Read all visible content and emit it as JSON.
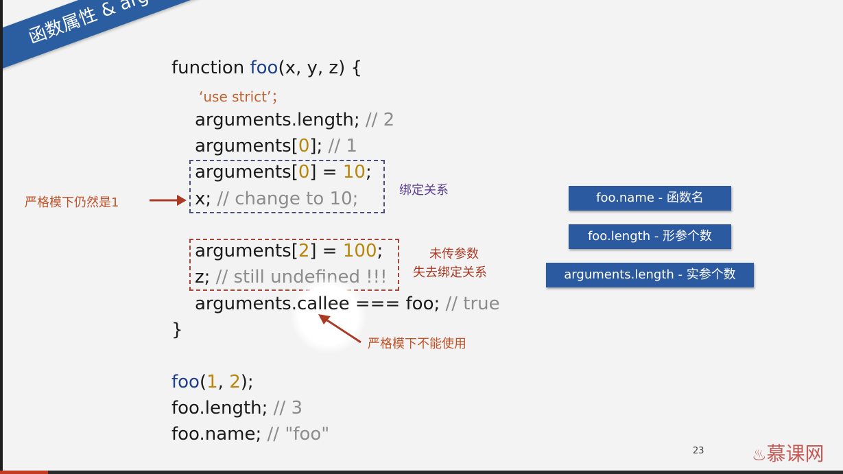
{
  "title": "函数属性 & arguments",
  "code": {
    "fn_keyword": "function ",
    "fn_name": "foo",
    "fn_params": "(x, y, z) {",
    "use_strict": "‘use strict’；",
    "l_len_code": "arguments.length;",
    "l_len_comment": " // 2",
    "l_arg0_a": "arguments[",
    "l_arg0_n": "0",
    "l_arg0_b": "];",
    "l_arg0_comment": " // 1",
    "l_set0_a": "arguments[",
    "l_set0_n": "0",
    "l_set0_b": "] = ",
    "l_set0_v": "10",
    "l_set0_c": ";",
    "l_x_code": "x;",
    "l_x_comment": " // change to 10;",
    "l_set2_a": "arguments[",
    "l_set2_n": "2",
    "l_set2_b": "] = ",
    "l_set2_v": "100",
    "l_set2_c": ";",
    "l_z_code": "z;",
    "l_z_comment": " // still undefined !!!",
    "l_callee_code": "arguments.callee === foo;",
    "l_callee_comment": " // true",
    "close_brace": "}",
    "call_name": "foo",
    "call_a": "(",
    "call_n1": "1",
    "call_b": ", ",
    "call_n2": "2",
    "call_c": ");",
    "len_code": "foo.length;",
    "len_comment": " // 3",
    "name_code": "foo.name;",
    "name_comment": " // \"foo\""
  },
  "notes": {
    "strict_still_one": "严格模下仍然是1",
    "binding": "绑定关系",
    "not_passed": "未传参数",
    "lose_binding": "失去绑定关系",
    "strict_no_use": "严格模下不能使用"
  },
  "info_buttons": {
    "name": "foo.name - 函数名",
    "length": "foo.length - 形参个数",
    "arguments_length": "arguments.length - 实参个数"
  },
  "page_number": "23",
  "logo": "慕课网",
  "colors": {
    "ribbon": "#2b5ea1",
    "button": "#2c5aa0",
    "keyword_blue": "#1f3f8f",
    "number": "#b8860b",
    "comment": "#8c8c8c"
  }
}
